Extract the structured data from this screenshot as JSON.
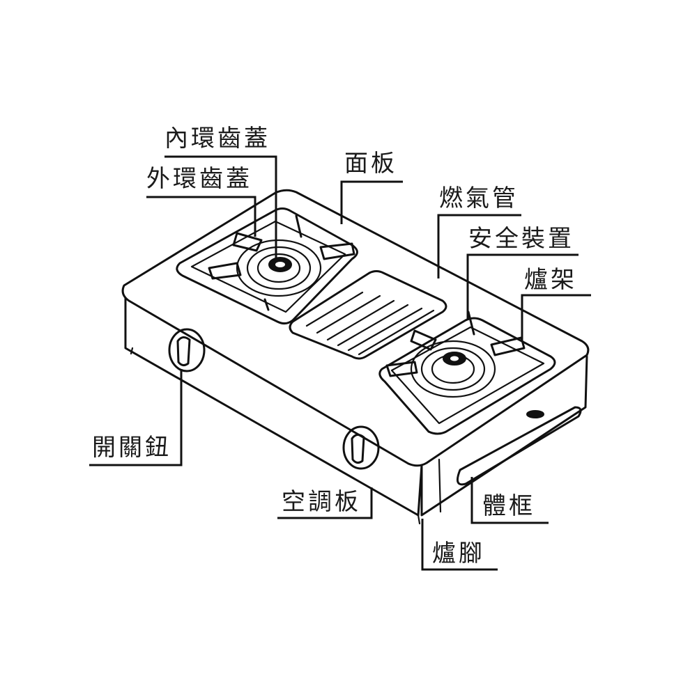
{
  "diagram": {
    "subject": "雙口瓦斯爐結構圖",
    "colors": {
      "line": "#111111",
      "background": "#ffffff"
    },
    "labels": [
      {
        "id": "inner-ring-cap",
        "text": "內環齒蓋"
      },
      {
        "id": "outer-ring-cap",
        "text": "外環齒蓋"
      },
      {
        "id": "panel",
        "text": "面板"
      },
      {
        "id": "gas-pipe",
        "text": "燃氣管"
      },
      {
        "id": "safety-device",
        "text": "安全裝置"
      },
      {
        "id": "burner-stand",
        "text": "爐架"
      },
      {
        "id": "switch-knob",
        "text": "開關鈕"
      },
      {
        "id": "air-adjust-plate",
        "text": "空調板"
      },
      {
        "id": "body-frame",
        "text": "體框"
      },
      {
        "id": "stove-foot",
        "text": "爐腳"
      }
    ]
  }
}
